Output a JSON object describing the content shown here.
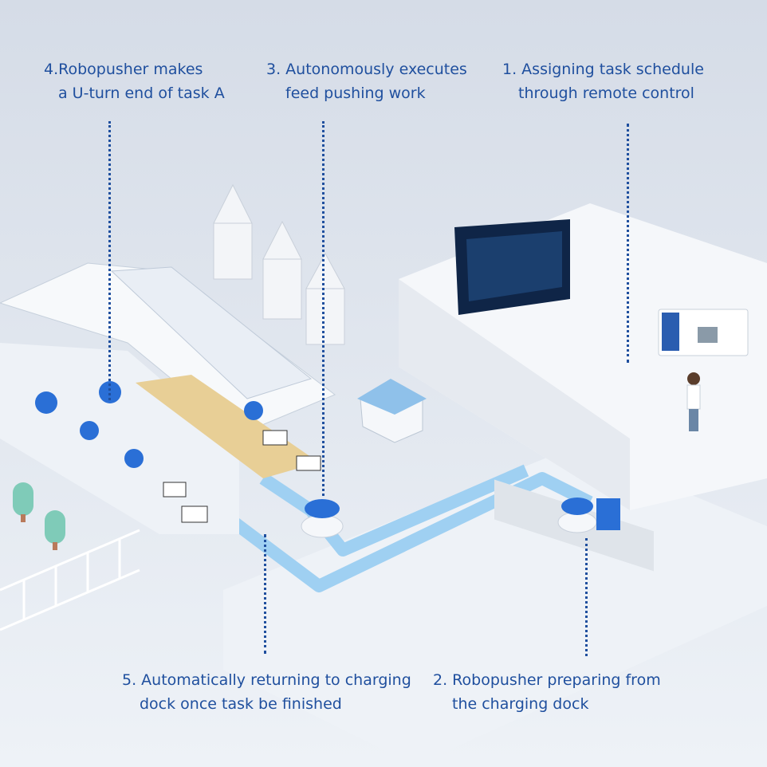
{
  "steps": [
    {
      "id": 4,
      "line1": "4.Robopusher makes",
      "line2": "a U-turn end of task A"
    },
    {
      "id": 3,
      "line1": "3. Autonomously executes",
      "line2": "feed pushing work"
    },
    {
      "id": 1,
      "line1": "1. Assigning task schedule",
      "line2": "through remote control"
    },
    {
      "id": 5,
      "line1": "5. Automatically returning to charging",
      "line2": "dock once task be finished"
    },
    {
      "id": 2,
      "line1": "2. Robopusher preparing from",
      "line2": "the charging dock"
    }
  ],
  "colors": {
    "text": "#1f4f9e",
    "path": "#9fd0f2",
    "robot": "#2a6fd6",
    "background": "#dfe5ee"
  }
}
